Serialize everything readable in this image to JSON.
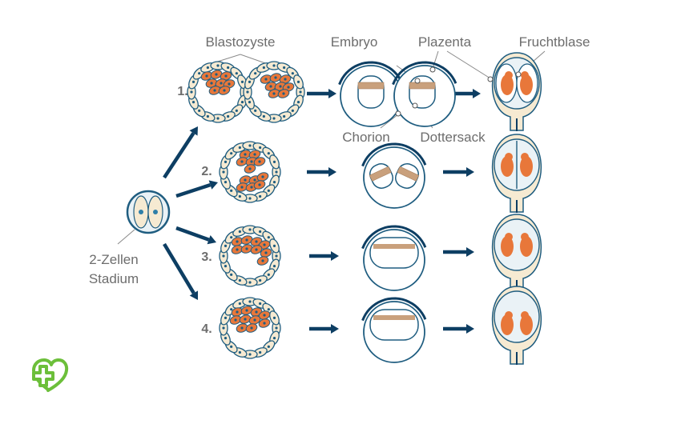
{
  "labels": {
    "blastozyste": "Blastozyste",
    "embryo": "Embryo",
    "plazenta": "Plazenta",
    "fruchtblase": "Fruchtblase",
    "chorion": "Chorion",
    "dottersack": "Dottersack",
    "zellen_line1": "2-Zellen",
    "zellen_line2": "Stadium"
  },
  "rows": [
    {
      "number": "1."
    },
    {
      "number": "2."
    },
    {
      "number": "3."
    },
    {
      "number": "4."
    }
  ],
  "colors": {
    "navy": "#0d3e63",
    "outline": "#1f5d80",
    "cream": "#f6ead2",
    "orange": "#e8773a",
    "placenta_band": "#c9a07c",
    "logo_green": "#6cbf3a",
    "text": "#6d6d6d"
  },
  "logo": {
    "icon": "heart-cross-icon"
  }
}
